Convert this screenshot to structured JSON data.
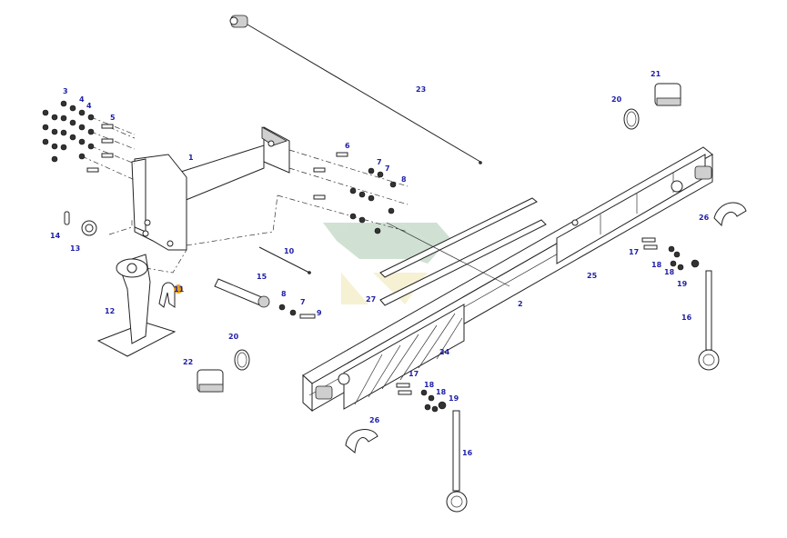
{
  "callouts": {
    "c1": "1",
    "c2": "2",
    "c3": "3",
    "c4a": "4",
    "c4b": "4",
    "c5": "5",
    "c6": "6",
    "c7a": "7",
    "c7b": "7",
    "c7c": "7",
    "c8a": "8",
    "c8b": "8",
    "c9": "9",
    "c10": "10",
    "c11": "11",
    "c12": "12",
    "c13": "13",
    "c14": "14",
    "c15": "15",
    "c16a": "16",
    "c16b": "16",
    "c17a": "17",
    "c17b": "17",
    "c18a": "18",
    "c18b": "18",
    "c18c": "18",
    "c18d": "18",
    "c19a": "19",
    "c19b": "19",
    "c20a": "20",
    "c20b": "20",
    "c21": "21",
    "c22": "22",
    "c23": "23",
    "c24": "24",
    "c25": "25",
    "c26a": "26",
    "c26b": "26",
    "c27": "27"
  },
  "colors": {
    "callout": "#1f1fa8",
    "highlight": "#e8a21a",
    "watermark_green": "#2f7a3a",
    "watermark_yellow": "#d8c23a"
  }
}
